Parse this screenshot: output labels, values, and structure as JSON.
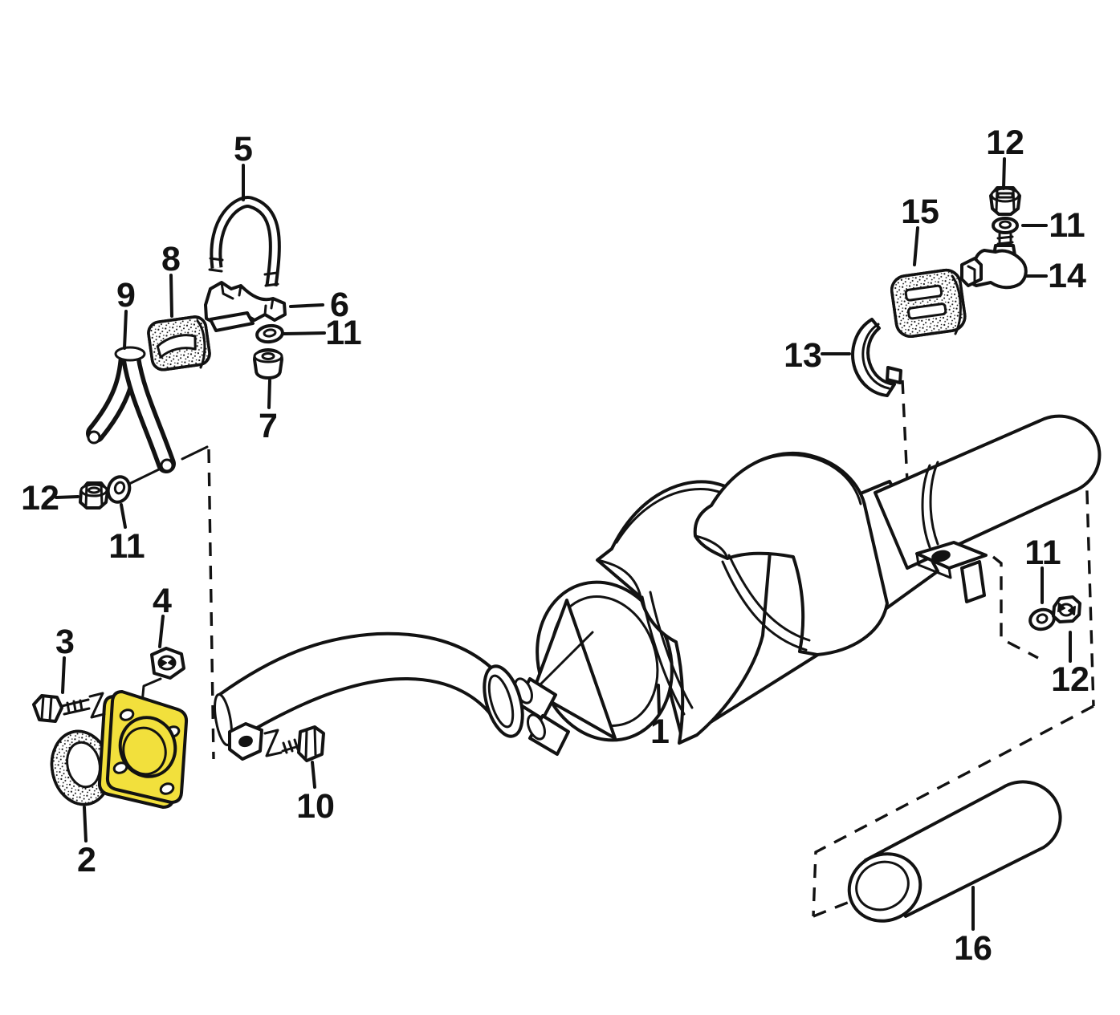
{
  "figure": {
    "kind": "exploded-parts-diagram",
    "background_color": "#ffffff",
    "line_color": "#121212",
    "highlight_color": "#f2e03c"
  },
  "callouts": {
    "c1": {
      "label": "1"
    },
    "c2": {
      "label": "2"
    },
    "c3": {
      "label": "3"
    },
    "c4": {
      "label": "4"
    },
    "c5": {
      "label": "5"
    },
    "c6": {
      "label": "6"
    },
    "c7": {
      "label": "7"
    },
    "c8": {
      "label": "8"
    },
    "c9": {
      "label": "9"
    },
    "c10": {
      "label": "10"
    },
    "c11a": {
      "label": "11"
    },
    "c11b": {
      "label": "11"
    },
    "c11c": {
      "label": "11"
    },
    "c11d": {
      "label": "11"
    },
    "c12a": {
      "label": "12"
    },
    "c12b": {
      "label": "12"
    },
    "c12c": {
      "label": "12"
    },
    "c13": {
      "label": "13"
    },
    "c14": {
      "label": "14"
    },
    "c15": {
      "label": "15"
    },
    "c16": {
      "label": "16"
    }
  }
}
